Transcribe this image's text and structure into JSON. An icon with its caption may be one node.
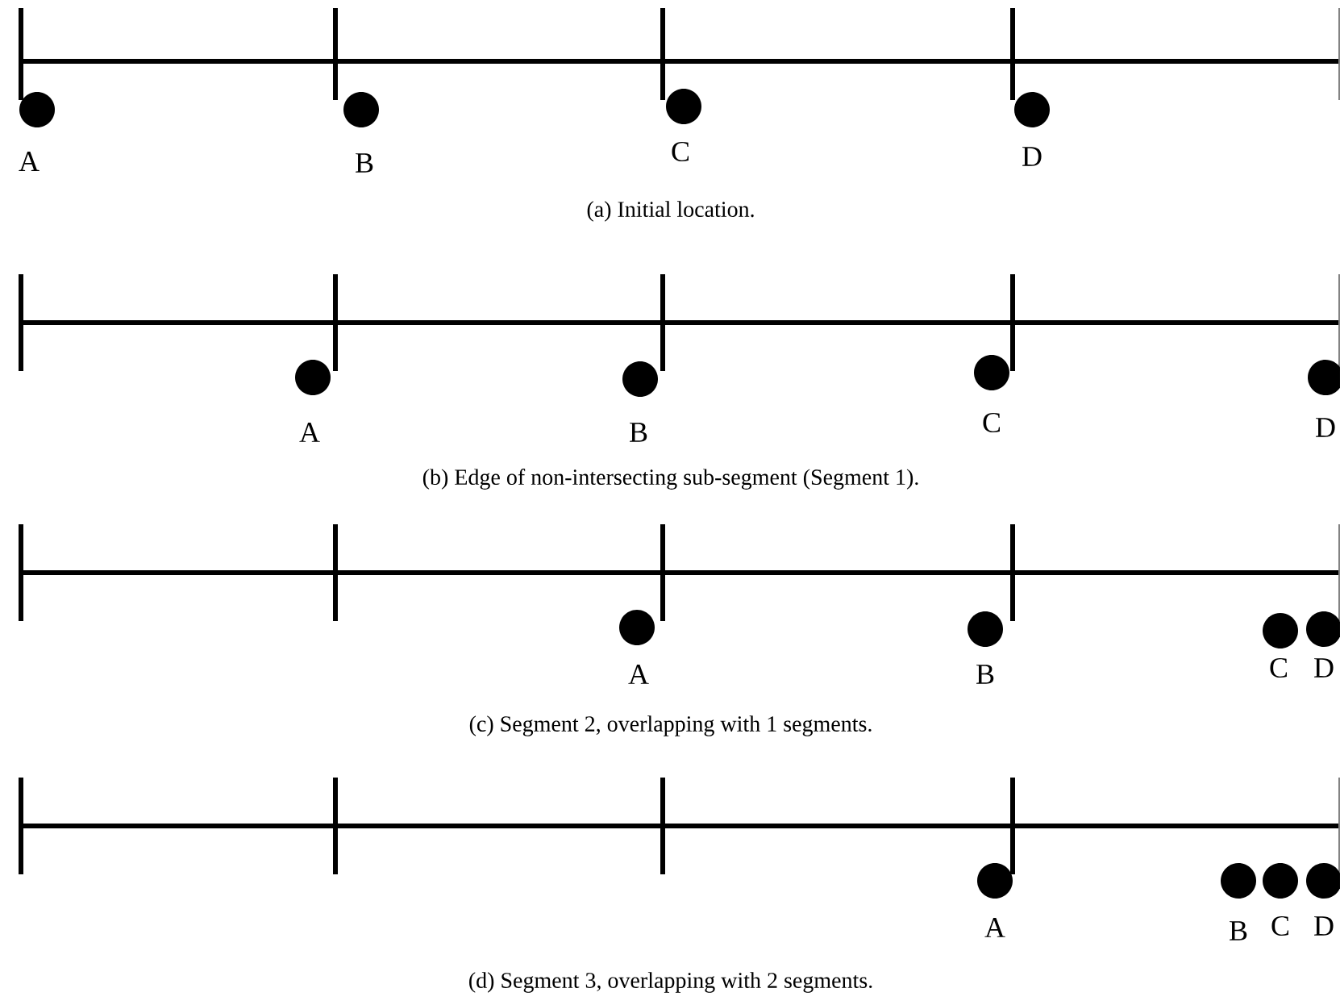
{
  "diagram": {
    "nodes": [
      {
        "text": [],
        "shape": "circle",
        "beside": [
          "A"
        ]
      },
      {
        "text": [],
        "shape": "circle",
        "beside": [
          "B"
        ]
      },
      {
        "text": [],
        "shape": "circle",
        "beside": [
          "C"
        ]
      },
      {
        "text": [],
        "shape": "circle",
        "beside": [
          "D"
        ]
      },
      {
        "text": [],
        "shape": "circle",
        "beside": [
          "A"
        ]
      },
      {
        "text": [],
        "shape": "circle",
        "beside": [
          "B"
        ]
      },
      {
        "text": [],
        "shape": "circle",
        "beside": [
          "C"
        ]
      },
      {
        "text": [],
        "shape": "circle",
        "beside": [
          "D"
        ]
      },
      {
        "text": [],
        "shape": "circle",
        "beside": [
          "A"
        ]
      },
      {
        "text": [],
        "shape": "circle",
        "beside": [
          "B"
        ]
      },
      {
        "text": [],
        "shape": "circle",
        "beside": [
          "C"
        ]
      },
      {
        "text": [],
        "shape": "circle",
        "beside": [
          "D"
        ]
      },
      {
        "text": [],
        "shape": "circle",
        "beside": [
          "A"
        ]
      },
      {
        "text": [],
        "shape": "circle",
        "beside": [
          "B"
        ]
      },
      {
        "text": [],
        "shape": "circle",
        "beside": [
          "C"
        ]
      },
      {
        "text": [],
        "shape": "circle",
        "beside": [
          "D"
        ]
      }
    ],
    "labels": [
      "(a)  Initial location.",
      "(b)  Edge of non-intersecting sub-segment (Segment 1).",
      "(c)  Segment 2, overlapping with 1 segments.",
      "(d)  Segment 3, overlapping with 2 segments."
    ]
  }
}
